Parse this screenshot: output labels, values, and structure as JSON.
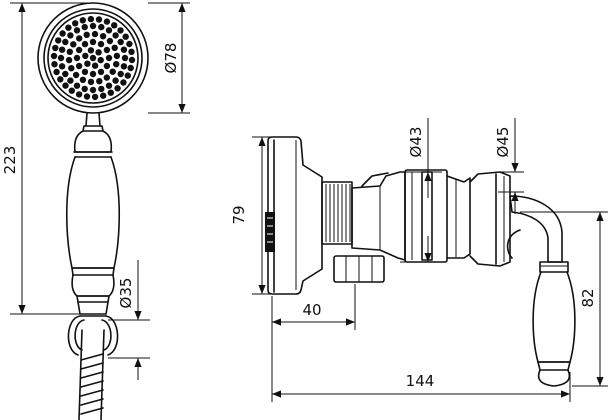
{
  "dimensions": {
    "head_diameter": "Ø78",
    "total_length": "223",
    "handle_diameter": "Ø35",
    "body_diameter_left": "Ø43",
    "body_diameter_right": "Ø45",
    "flange_height": "79",
    "flange_depth": "40",
    "lever_drop": "82",
    "overall_width": "144"
  }
}
